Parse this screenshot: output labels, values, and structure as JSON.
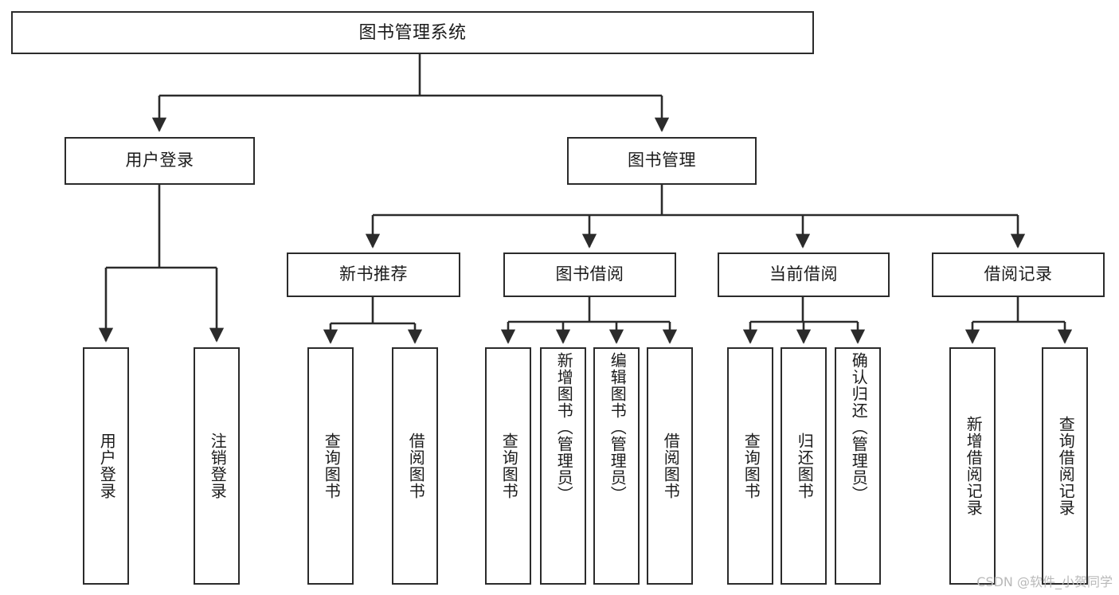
{
  "diagram": {
    "title": "图书管理系统",
    "type": "tree-hierarchy-flowchart",
    "colors": {
      "background": "#ffffff",
      "node_border": "#2b2b2b",
      "node_fill": "#ffffff",
      "text": "#1b1b1b",
      "connector": "#2b2b2b",
      "watermark": "#b9b9b9"
    },
    "root": {
      "label": "图书管理系统"
    },
    "level2": [
      {
        "id": "user-login",
        "label": "用户登录"
      },
      {
        "id": "book-management",
        "label": "图书管理"
      }
    ],
    "level3": [
      {
        "id": "new-book-recommend",
        "label": "新书推荐"
      },
      {
        "id": "book-borrow",
        "label": "图书借阅"
      },
      {
        "id": "current-borrow",
        "label": "当前借阅"
      },
      {
        "id": "borrow-record",
        "label": "借阅记录"
      }
    ],
    "leaves": {
      "user_login": [
        {
          "id": "leaf-user-login",
          "label": "用户登录"
        },
        {
          "id": "leaf-logout-login",
          "label": "注销登录"
        }
      ],
      "new_book_recommend": [
        {
          "id": "leaf-query-book-1",
          "label": "查询图书"
        },
        {
          "id": "leaf-borrow-book-1",
          "label": "借阅图书"
        }
      ],
      "book_borrow": [
        {
          "id": "leaf-query-book-2",
          "label": "查询图书"
        },
        {
          "id": "leaf-add-book-admin",
          "label": "新增图书（管理员）"
        },
        {
          "id": "leaf-edit-book-admin",
          "label": "编辑图书（管理员）"
        },
        {
          "id": "leaf-borrow-book-2",
          "label": "借阅图书"
        }
      ],
      "current_borrow": [
        {
          "id": "leaf-query-book-3",
          "label": "查询图书"
        },
        {
          "id": "leaf-return-book",
          "label": "归还图书"
        },
        {
          "id": "leaf-confirm-return-admin",
          "label": "确认归还（管理员）"
        }
      ],
      "borrow_record": [
        {
          "id": "leaf-add-borrow-record",
          "label": "新增借阅记录"
        },
        {
          "id": "leaf-query-borrow-record",
          "label": "查询借阅记录"
        }
      ]
    }
  },
  "watermark": {
    "text": "CSDN @软件_小贺同学"
  }
}
